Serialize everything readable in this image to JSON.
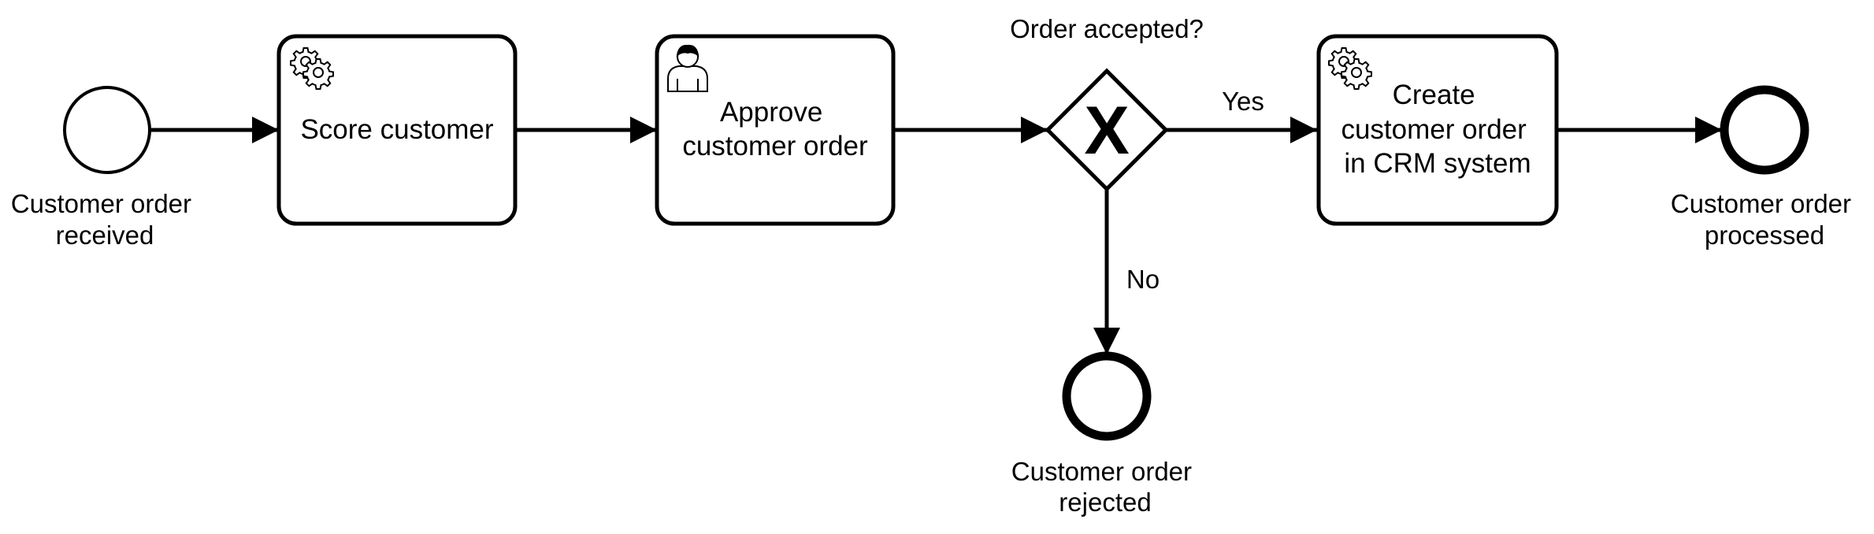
{
  "events": {
    "start": {
      "label_lines": [
        "Customer order",
        "received"
      ]
    },
    "end_processed": {
      "label_lines": [
        "Customer order",
        "processed"
      ]
    },
    "end_rejected": {
      "label_lines": [
        "Customer order",
        "rejected"
      ]
    }
  },
  "tasks": {
    "score": {
      "type": "service",
      "icon": "gear-icon",
      "label_lines": [
        "Score customer"
      ]
    },
    "approve": {
      "type": "user",
      "icon": "user-icon",
      "label_lines": [
        "Approve",
        "customer order"
      ]
    },
    "create": {
      "type": "service",
      "icon": "gear-icon",
      "label_lines": [
        "Create",
        "customer order",
        "in CRM system"
      ]
    }
  },
  "gateway": {
    "type": "exclusive",
    "marker": "X",
    "question": "Order accepted?"
  },
  "flows": {
    "yes_label": "Yes",
    "no_label": "No"
  }
}
